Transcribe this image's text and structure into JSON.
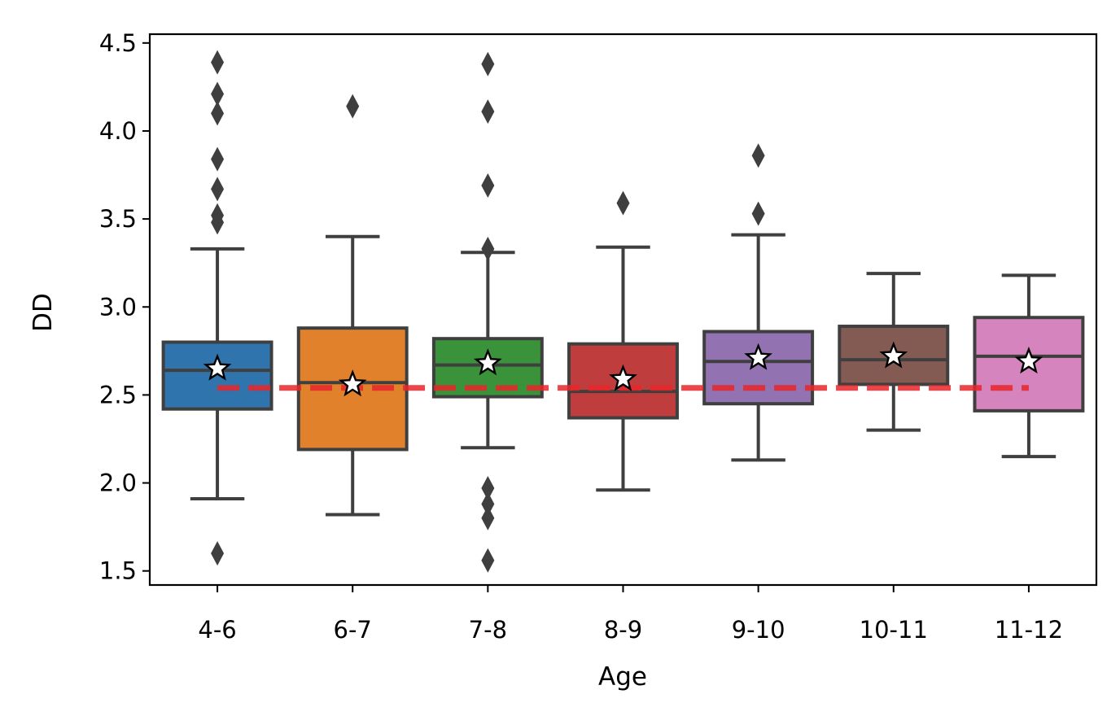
{
  "chart_data": {
    "type": "box",
    "xlabel": "Age",
    "ylabel": "DD",
    "ylim": [
      1.42,
      4.55
    ],
    "yticks": [
      "1.5",
      "2.0",
      "2.5",
      "3.0",
      "3.5",
      "4.0",
      "4.5"
    ],
    "grid": false,
    "categories": [
      "4-6",
      "6-7",
      "7-8",
      "8-9",
      "9-10",
      "10-11",
      "11-12"
    ],
    "boxes": [
      {
        "category": "4-6",
        "color": "#2f74ad",
        "whisker_low": 1.91,
        "q1": 2.42,
        "median": 2.64,
        "q3": 2.8,
        "whisker_high": 3.33,
        "mean": 2.65,
        "outliers": [
          1.6,
          3.48,
          3.52,
          3.67,
          3.84,
          4.1,
          4.21,
          4.39
        ]
      },
      {
        "category": "6-7",
        "color": "#e1812c",
        "whisker_low": 1.82,
        "q1": 2.19,
        "median": 2.57,
        "q3": 2.88,
        "whisker_high": 3.4,
        "mean": 2.56,
        "outliers": [
          4.14
        ]
      },
      {
        "category": "7-8",
        "color": "#3a923a",
        "whisker_low": 2.2,
        "q1": 2.49,
        "median": 2.67,
        "q3": 2.82,
        "whisker_high": 3.31,
        "mean": 2.68,
        "outliers": [
          1.56,
          1.8,
          1.88,
          1.97,
          3.33,
          3.69,
          4.11,
          4.38
        ]
      },
      {
        "category": "8-9",
        "color": "#c03d3e",
        "whisker_low": 1.96,
        "q1": 2.37,
        "median": 2.52,
        "q3": 2.79,
        "whisker_high": 3.34,
        "mean": 2.59,
        "outliers": [
          3.59
        ]
      },
      {
        "category": "9-10",
        "color": "#9372b2",
        "whisker_low": 2.13,
        "q1": 2.45,
        "median": 2.69,
        "q3": 2.86,
        "whisker_high": 3.41,
        "mean": 2.71,
        "outliers": [
          3.53,
          3.86
        ]
      },
      {
        "category": "10-11",
        "color": "#845b53",
        "whisker_low": 2.3,
        "q1": 2.56,
        "median": 2.7,
        "q3": 2.89,
        "whisker_high": 3.19,
        "mean": 2.72,
        "outliers": []
      },
      {
        "category": "11-12",
        "color": "#d684bd",
        "whisker_low": 2.15,
        "q1": 2.41,
        "median": 2.72,
        "q3": 2.94,
        "whisker_high": 3.18,
        "mean": 2.69,
        "outliers": []
      }
    ],
    "reference_line": {
      "value": 2.54,
      "color": "#e8262b",
      "style": "dashed"
    },
    "mean_marker": "white star"
  }
}
